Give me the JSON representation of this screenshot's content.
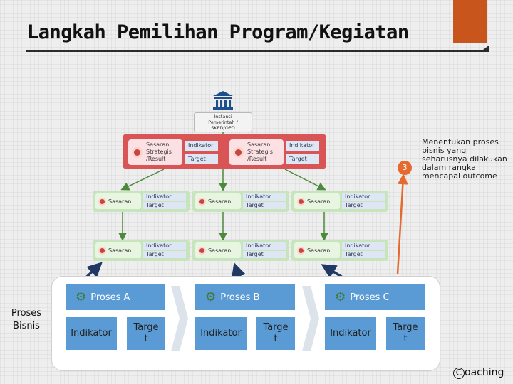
{
  "title": "Langkah Pemilihan Program/Kegiatan",
  "institution": {
    "label": "Instansi Pemerintah / SKPD/OPD",
    "lines": [
      "Instansi",
      "Pemerintah /",
      "SKPD/OPD"
    ]
  },
  "strategic": [
    {
      "label_lines": [
        "Sasaran",
        "Strategis",
        "/Result"
      ],
      "indikator": "Indikator",
      "target": "Target"
    },
    {
      "label_lines": [
        "Sasaran",
        "Strategis",
        "/Result"
      ],
      "indikator": "Indikator",
      "target": "Target"
    }
  ],
  "sasaran_units": [
    {
      "sasaran": "Sasaran",
      "indikator": "Indikator",
      "target": "Target"
    },
    {
      "sasaran": "Sasaran",
      "indikator": "Indikator",
      "target": "Target"
    },
    {
      "sasaran": "Sasaran",
      "indikator": "Indikator",
      "target": "Target"
    },
    {
      "sasaran": "Sasaran",
      "indikator": "Indikator",
      "target": "Target"
    },
    {
      "sasaran": "Sasaran",
      "indikator": "Indikator",
      "target": "Target"
    },
    {
      "sasaran": "Sasaran",
      "indikator": "Indikator",
      "target": "Target"
    }
  ],
  "annotation": {
    "number": "3",
    "note": "Menentukan proses bisnis yang seharusnya dilakukan dalam rangka mencapai outcome"
  },
  "proses_bisnis_label": "Proses Bisnis",
  "processes": [
    {
      "name": "Proses A",
      "indikator": "Indikator",
      "target_lines": [
        "Targe",
        "t"
      ]
    },
    {
      "name": "Proses B",
      "indikator": "Indikator",
      "target_lines": [
        "Targe",
        "t"
      ]
    },
    {
      "name": "Proses C",
      "indikator": "Indikator",
      "target_lines": [
        "Targe",
        "t"
      ]
    }
  ],
  "footer": {
    "symbol": "C",
    "text": "oaching"
  },
  "colors": {
    "accent_orange": "#c8551c",
    "frame_red": "#d95454",
    "unit_green": "#c7e5bc",
    "arrow_green": "#4c8a3b",
    "process_blue": "#5b9bd5",
    "arrow_navy": "#1f3864"
  }
}
